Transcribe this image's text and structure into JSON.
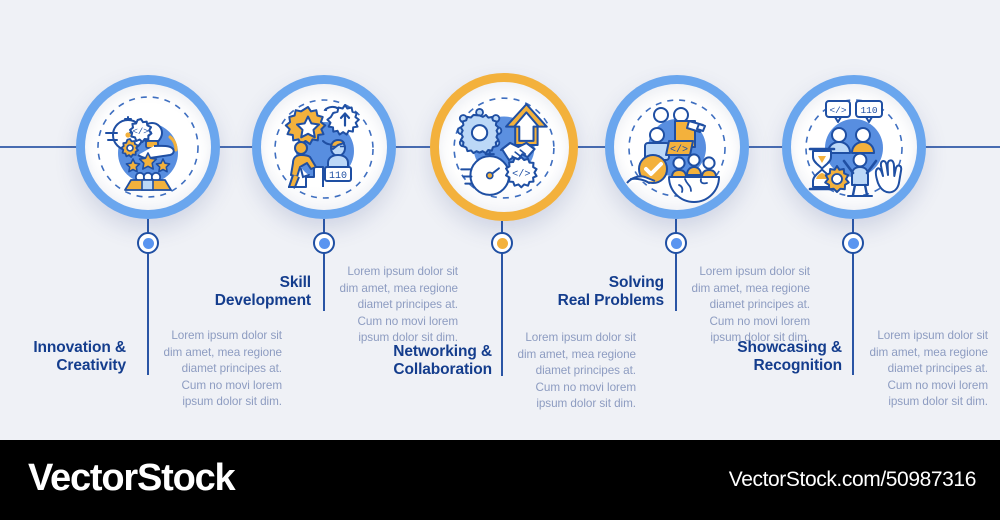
{
  "background_color": "#eff1f6",
  "timeline": {
    "line_color": "#2a55a5",
    "accent_blue": "#6aa6ee",
    "accent_orange": "#f3b13c",
    "title_color": "#143d8d",
    "body_color": "#8d9cc1"
  },
  "steps": [
    {
      "id": "innovation-creativity",
      "title": "Innovation &\nCreativity",
      "title_line1": "Innovation &",
      "title_line2": "Creativity",
      "body": "Lorem ipsum dolor sit dim amet, mea regione diamet principes at. Cum no movi lorem ipsum dolor sit dim.",
      "ring_color": "#6aa6ee",
      "dot_color": "#5a95f0",
      "active": false,
      "icon": "innovation-icon"
    },
    {
      "id": "skill-development",
      "title": "Skill\nDevelopment",
      "title_line1": "Skill",
      "title_line2": "Development",
      "body": "Lorem ipsum dolor sit dim amet, mea regione diamet principes at. Cum no movi lorem ipsum dolor sit dim.",
      "ring_color": "#6aa6ee",
      "dot_color": "#5a95f0",
      "active": false,
      "icon": "skill-development-icon"
    },
    {
      "id": "networking-collaboration",
      "title": "Networking &\nCollaboration",
      "title_line1": "Networking &",
      "title_line2": "Collaboration",
      "body": "Lorem ipsum dolor sit dim amet, mea regione diamet principes at. Cum no movi lorem ipsum dolor sit dim.",
      "ring_color": "#f3b13c",
      "dot_color": "#f3b13c",
      "active": true,
      "icon": "networking-icon"
    },
    {
      "id": "solving-real-problems",
      "title": "Solving\nReal Problems",
      "title_line1": "Solving",
      "title_line2": "Real Problems",
      "body": "Lorem ipsum dolor sit dim amet, mea regione diamet principes at. Cum no movi lorem ipsum dolor sit dim.",
      "ring_color": "#6aa6ee",
      "dot_color": "#5a95f0",
      "active": false,
      "icon": "problem-solving-icon"
    },
    {
      "id": "showcasing-recognition",
      "title": "Showcasing &\nRecognition",
      "title_line1": "Showcasing &",
      "title_line2": "Recognition",
      "body": "Lorem ipsum dolor sit dim amet, mea regione diamet principes at. Cum no movi lorem ipsum dolor sit dim.",
      "ring_color": "#6aa6ee",
      "dot_color": "#5a95f0",
      "active": false,
      "icon": "recognition-icon"
    }
  ],
  "watermark": {
    "logo": "VectorStock",
    "url": "VectorStock.com/50987316"
  }
}
